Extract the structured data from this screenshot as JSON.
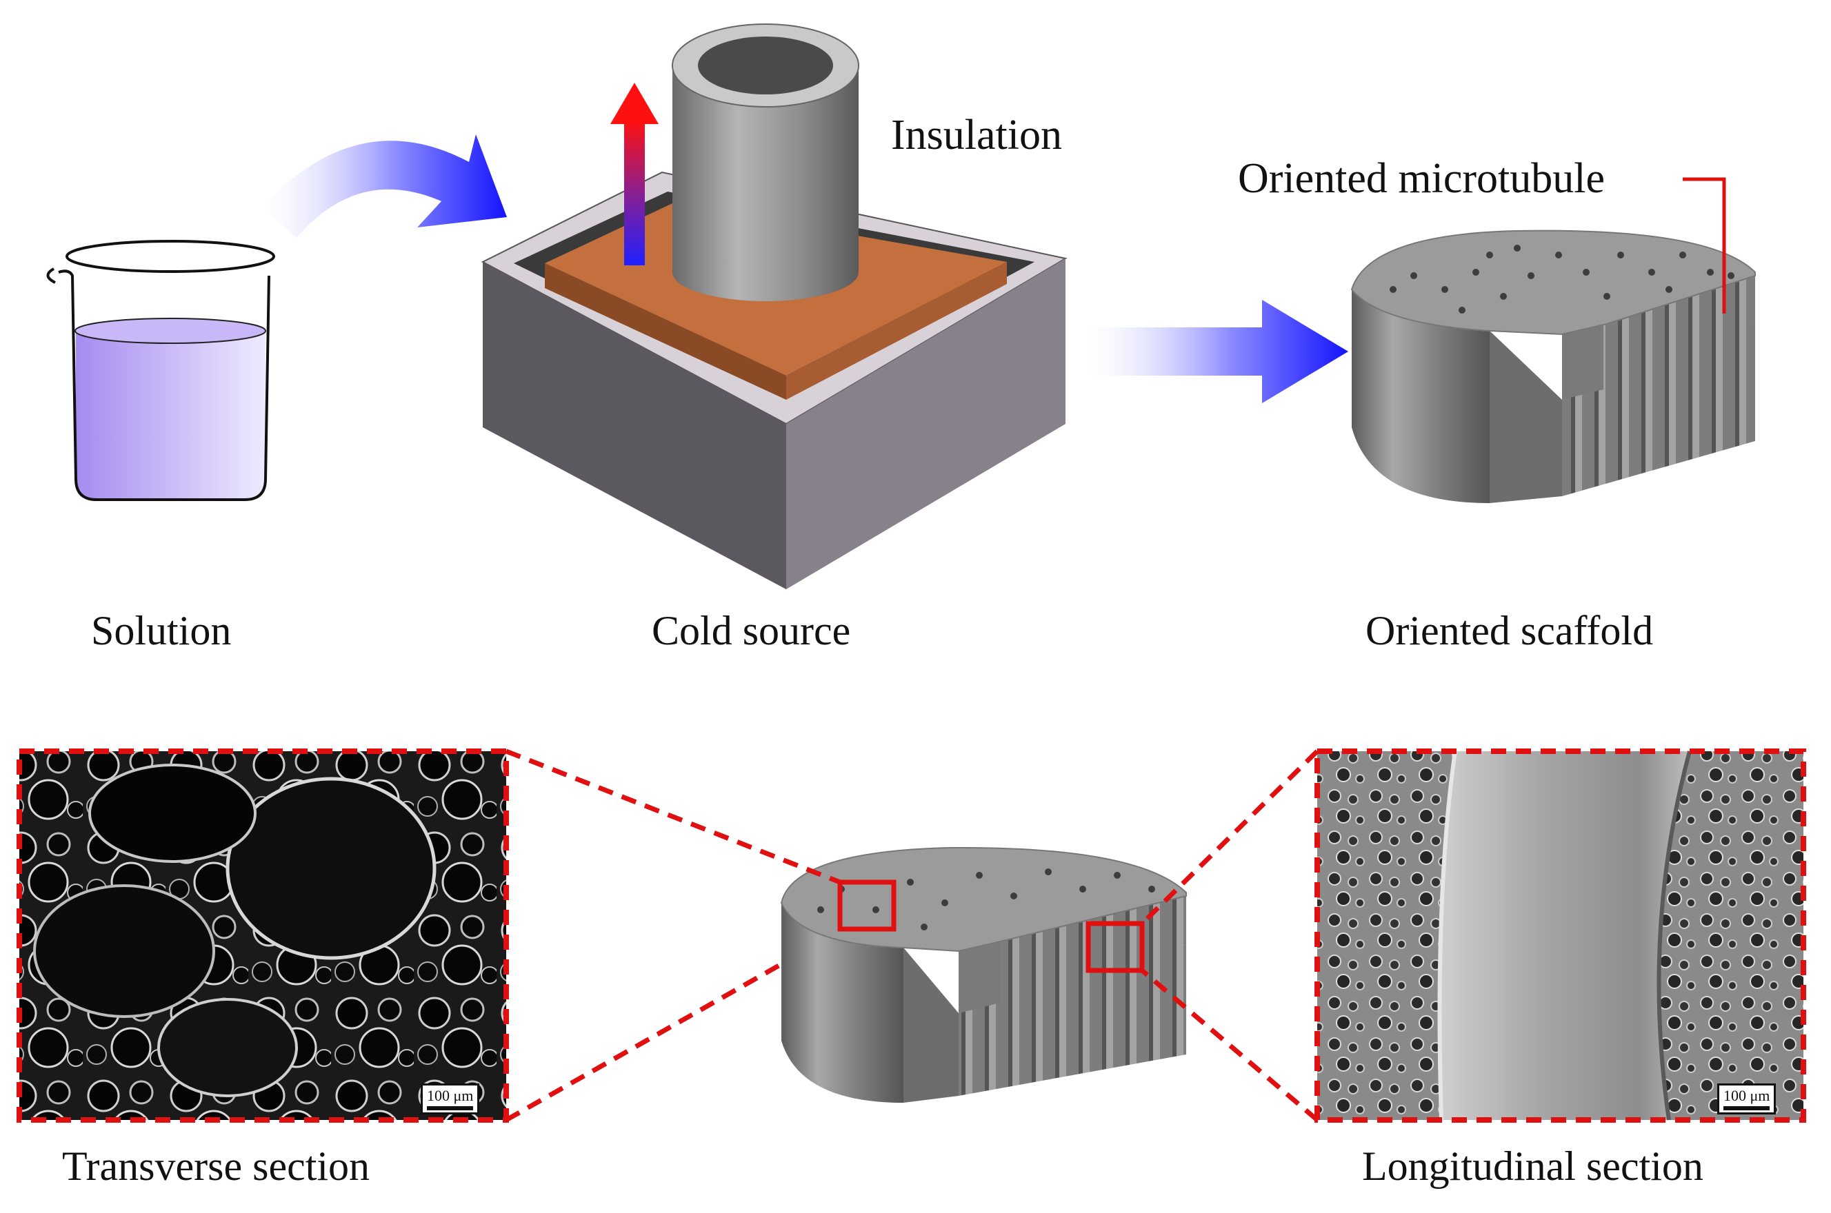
{
  "labels": {
    "insulation": "Insulation",
    "oriented_microtubule": "Oriented microtubule",
    "solution": "Solution",
    "cold_source": "Cold source",
    "oriented_scaffold": "Oriented scaffold",
    "transverse_section": "Transverse section",
    "longitudinal_section": "Longitudinal section"
  },
  "scale_bars": {
    "left": "100 μm",
    "right": "100 μm"
  },
  "colors": {
    "arrow_blue": "#1f1fff",
    "heat_arrow_top": "#ff1010",
    "heat_arrow_bottom": "#2020ff",
    "copper": "#c06a3a",
    "box_gray": "#7a7a80",
    "scaffold_gray": "#8a8a8a",
    "highlight_red": "#e01010",
    "solution_purple": "#b9a4f2"
  }
}
